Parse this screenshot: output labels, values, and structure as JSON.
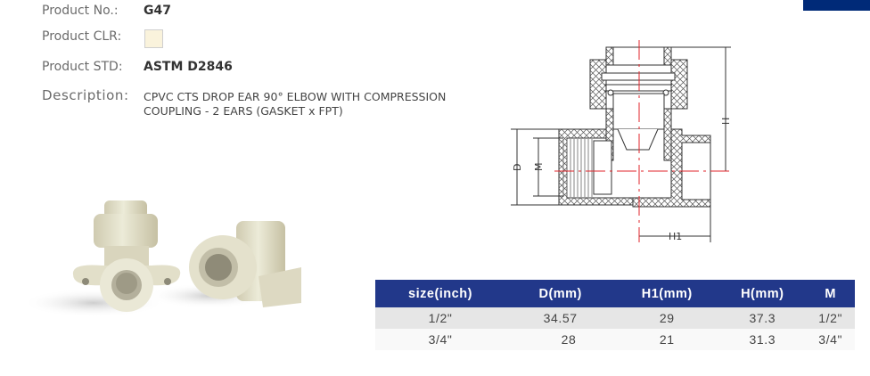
{
  "header": {
    "accent_bar_color": "#002A78"
  },
  "specs": {
    "product_no": {
      "label": "Product No.:",
      "value": "G47"
    },
    "product_clr": {
      "label": "Product CLR:",
      "swatch_color": "#FAF3DC"
    },
    "product_std": {
      "label": "Product STD:",
      "value": "ASTM D2846"
    },
    "description": {
      "label": "Description:",
      "value": "CPVC CTS DROP EAR 90° ELBOW WITH COMPRESSION COUPLING - 2 EARS (GASKET x FPT)"
    }
  },
  "product_image": {
    "alt": "Two cream CPVC drop ear 90° elbows with compression coupling"
  },
  "drawing": {
    "alt": "Cross-section technical drawing of drop ear elbow",
    "labels": {
      "D": "D",
      "M": "M",
      "H": "H",
      "H1": "H1"
    },
    "line_color": "#333333",
    "center_line_color": "#E0262B"
  },
  "dimensions_table": {
    "header_color": "#22388A",
    "columns": [
      "size(inch)",
      "D(mm)",
      "H1(mm)",
      "H(mm)",
      "M"
    ],
    "rows": [
      [
        "1/2\"",
        "34.57",
        "29",
        "37.3",
        "1/2\""
      ],
      [
        "3/4\"",
        "28",
        "21",
        "31.3",
        "3/4\""
      ]
    ]
  }
}
